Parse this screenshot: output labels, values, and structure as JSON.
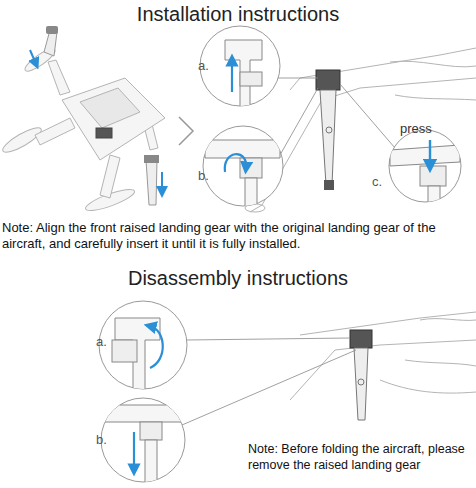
{
  "diagram": {
    "labels": [
      "Installation instructions",
      "a.",
      "b.",
      "c.",
      "press",
      "Note: Align the front raised landing gear with the original landing gear of the aircraft, and carefully insert it until it is fully installed.",
      "Disassembly instructions",
      "a.",
      "b.",
      "Note: Before folding the aircraft, please remove the raised landing gear"
    ]
  }
}
